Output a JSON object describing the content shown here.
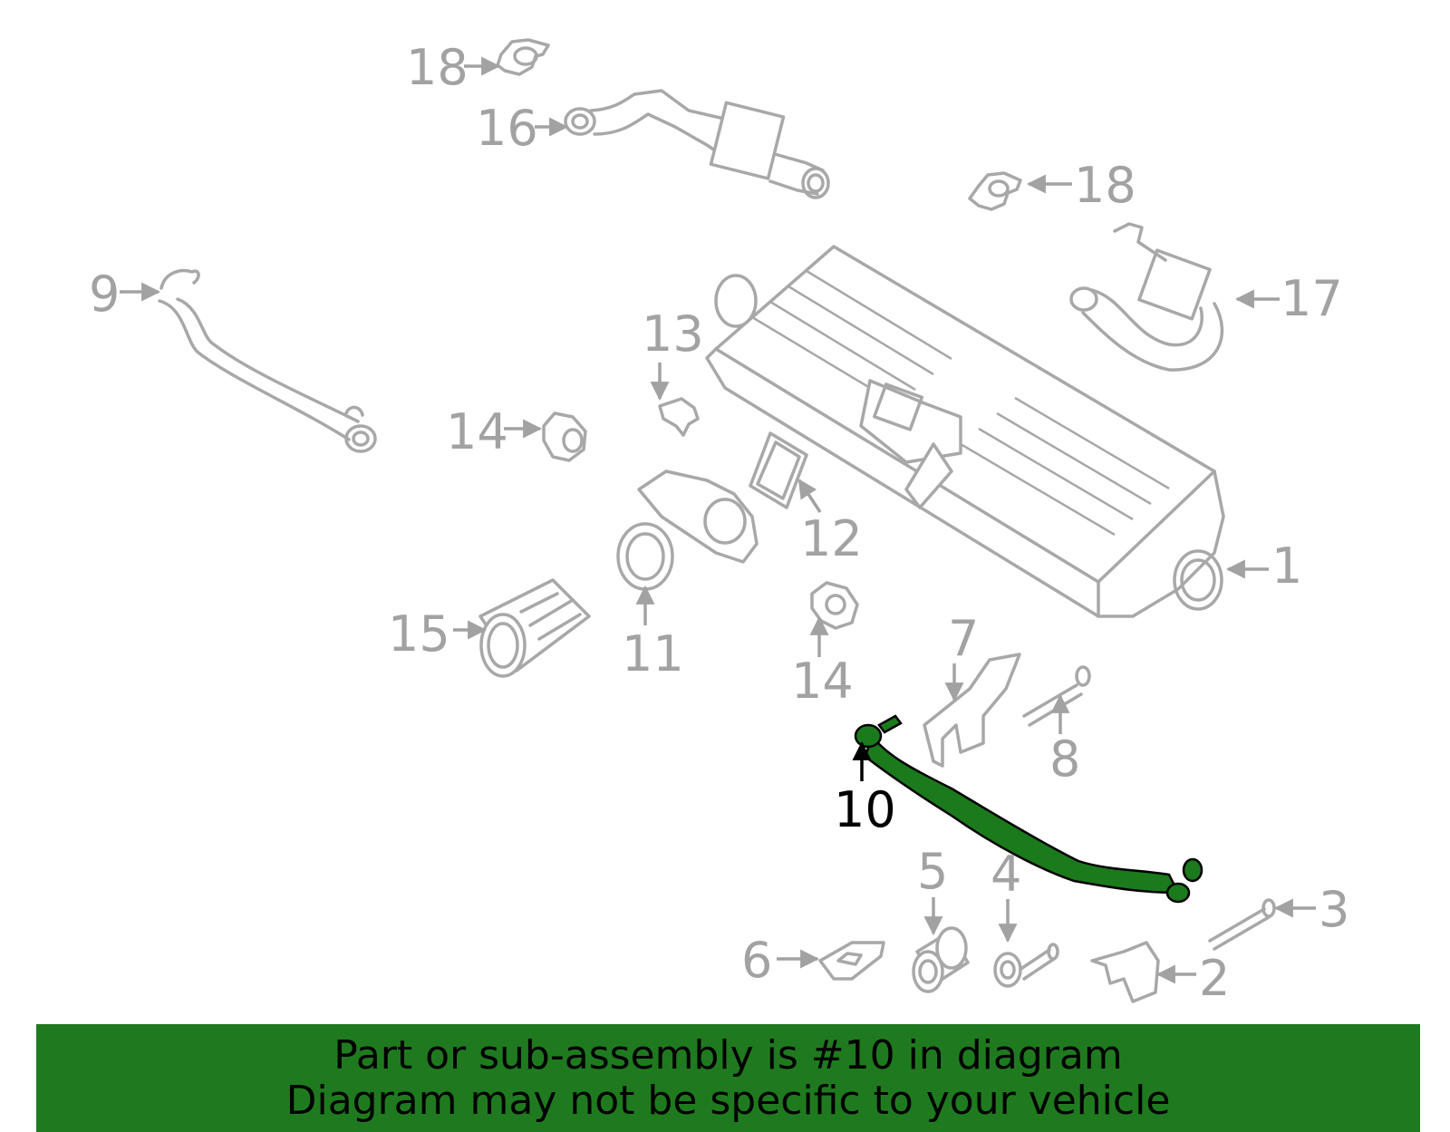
{
  "callouts": {
    "c1": "1",
    "c2": "2",
    "c3": "3",
    "c4": "4",
    "c5": "5",
    "c6": "6",
    "c7": "7",
    "c8": "8",
    "c9": "9",
    "c10": "10",
    "c11": "11",
    "c12": "12",
    "c13": "13",
    "c14a": "14",
    "c14b": "14",
    "c15": "15",
    "c16": "16",
    "c17": "17",
    "c18a": "18",
    "c18b": "18"
  },
  "highlight_part": "10",
  "colors": {
    "highlight_fill": "#1b7a1b",
    "banner_bg": "#1f7a1f",
    "line_gray": "#a8a8a8"
  },
  "banner": {
    "line1": "Part or sub-assembly is #10 in diagram",
    "line2": "Diagram may not be specific to your vehicle"
  }
}
